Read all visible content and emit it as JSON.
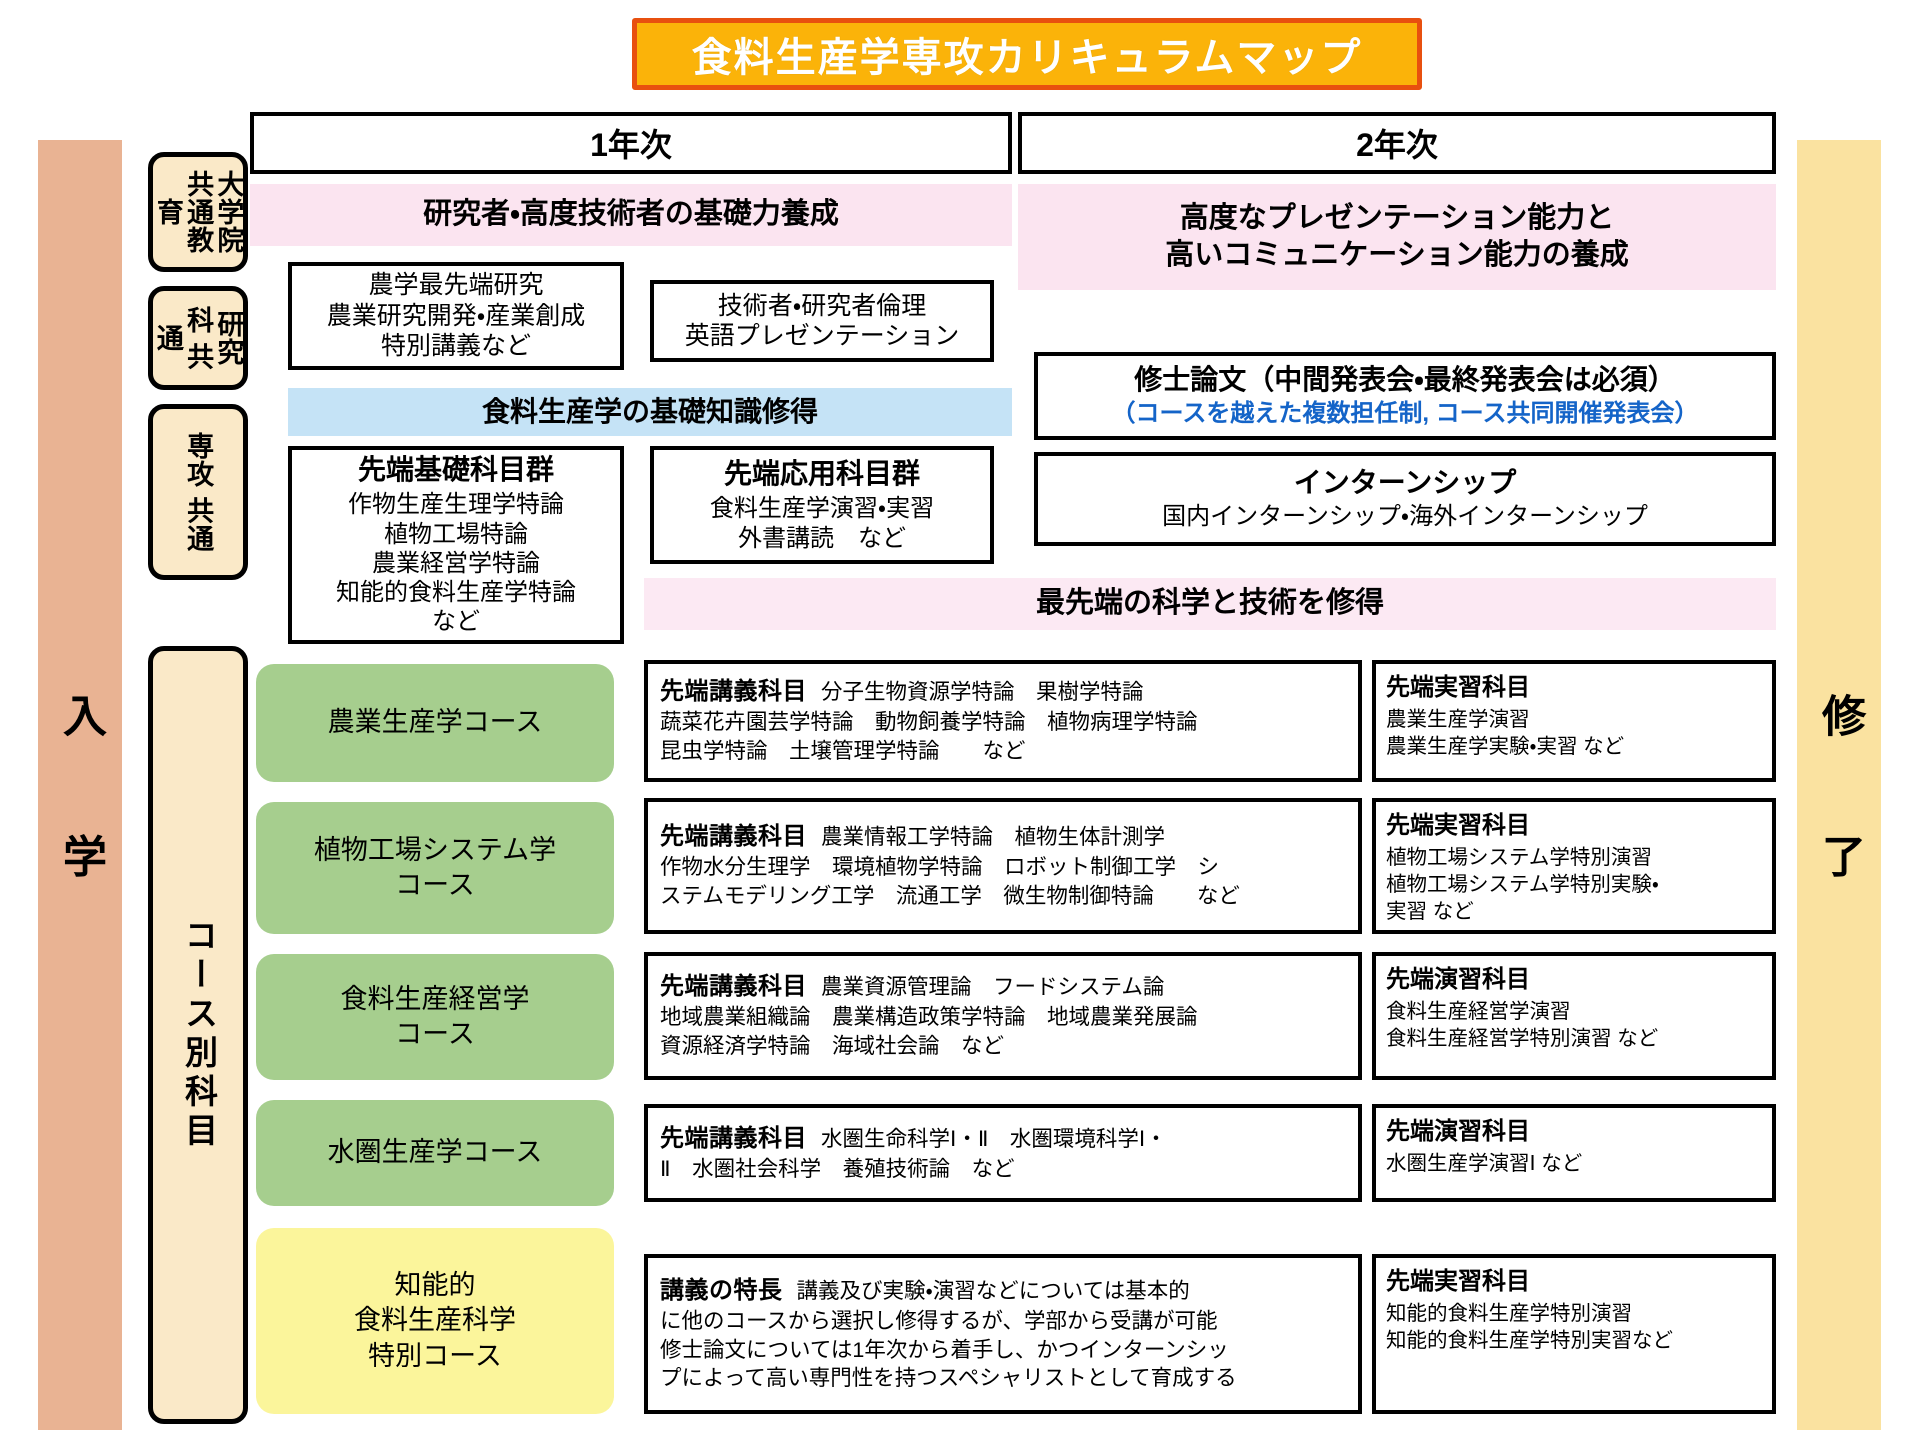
{
  "title": "食料生産学専攻カリキュラムマップ",
  "side_bars": {
    "left": {
      "label": "入 学",
      "color": "#E9B393"
    },
    "right": {
      "label": "修 了",
      "color": "#FAE2A0"
    }
  },
  "years": [
    {
      "label": "1年次"
    },
    {
      "label": "2年次"
    }
  ],
  "category_chips": [
    {
      "name": "graduate-common-education",
      "label": "大学院 共通教育"
    },
    {
      "name": "faculty-common",
      "label": "研究科 共通"
    },
    {
      "name": "major-common",
      "label": "専攻 共通"
    },
    {
      "name": "course-specific-subjects",
      "label": "コース別科目"
    }
  ],
  "bands": {
    "year1_goal": "研究者・高度技術者の基礎力養成",
    "year2_goal_line1": "高度なプレゼンテーション能力と",
    "year2_goal_line2": "高いコミュニケーション能力の養成",
    "basic_knowledge": "食料生産学の基礎知識修得",
    "cutting_edge": "最先端の科学と技術を修得"
  },
  "boxes": {
    "advanced_research": [
      "農学最先端研究",
      "農業研究開発・産業創成",
      "特別講義など"
    ],
    "ethics": [
      "技術者・研究者倫理",
      "英語プレゼンテーション"
    ],
    "foundation_group": {
      "heading": "先端基礎科目群",
      "lines": [
        "作物生産生理学特論",
        "植物工場特論",
        "農業経営学特論",
        "知能的食料生産学特論",
        "など"
      ]
    },
    "applied_group": {
      "heading": "先端応用科目群",
      "lines": [
        "食料生産学演習・実習",
        "外書講読　など"
      ]
    },
    "thesis": {
      "heading": "修士論文（中間発表会・最終発表会は必須）",
      "note": "（コースを越えた複数担任制, コース共同開催発表会）",
      "note_color": "#1464C8"
    },
    "internship": {
      "heading": "インターンシップ",
      "body": "国内インターンシップ・海外インターンシップ"
    }
  },
  "courses": [
    {
      "name": "agricultural-production",
      "pill_label": "農業生産学コース",
      "pill_color": "#A6CE8E",
      "lecture_heading": "先端講義科目",
      "lecture_lines": [
        "分子生物資源学特論　果樹学特論",
        "蔬菜花卉園芸学特論　動物飼養学特論　植物病理学特論",
        "昆虫学特論　土壌管理学特論　　など"
      ],
      "practice_heading": "先端実習科目",
      "practice_lines": [
        "農業生産学演習",
        "農業生産学実験・実習 など"
      ]
    },
    {
      "name": "plant-factory-system",
      "pill_label": "植物工場システム学\nコース",
      "pill_color": "#A6CE8E",
      "lecture_heading": "先端講義科目",
      "lecture_lines": [
        "農業情報工学特論　植物生体計測学",
        "作物水分生理学　環境植物学特論　ロボット制御工学　シ",
        "ステムモデリング工学　流通工学　微生物制御特論　　など"
      ],
      "practice_heading": "先端実習科目",
      "practice_lines": [
        "植物工場システム学特別演習",
        "植物工場システム学特別実験・",
        "実習 など"
      ]
    },
    {
      "name": "food-production-management",
      "pill_label": "食料生産経営学\nコース",
      "pill_color": "#A6CE8E",
      "lecture_heading": "先端講義科目",
      "lecture_lines": [
        "農業資源管理論　フードシステム論",
        "地域農業組織論　農業構造政策学特論　地域農業発展論",
        "資源経済学特論　海域社会論　など"
      ],
      "practice_heading": "先端演習科目",
      "practice_lines": [
        "食料生産経営学演習",
        "食料生産経営学特別演習 など"
      ]
    },
    {
      "name": "aquatic-production",
      "pill_label": "水圏生産学コース",
      "pill_color": "#A6CE8E",
      "lecture_heading": "先端講義科目",
      "lecture_lines": [
        "水圏生命科学Ⅰ・Ⅱ　水圏環境科学Ⅰ・",
        "Ⅱ　水圏社会科学　養殖技術論　など"
      ],
      "practice_heading": "先端演習科目",
      "practice_lines": [
        "水圏生産学演習Ⅰ など"
      ]
    },
    {
      "name": "intelligent-food-production-special",
      "pill_label": "知能的\n食料生産科学\n特別コース",
      "pill_color": "#FBF59B",
      "lecture_heading": "講義の特長",
      "lecture_lines": [
        "講義及び実験・演習などについては基本的",
        "に他のコースから選択し修得するが、学部から受講が可能",
        "修士論文については1年次から着手し、かつインターンシッ",
        "プによって高い専門性を持つスペシャリストとして育成する"
      ],
      "practice_heading": "先端実習科目",
      "practice_lines": [
        "知能的食料生産学特別演習",
        "知能的食料生産学特別実習など"
      ]
    }
  ],
  "colors": {
    "title_bg": "#FBB309",
    "title_border": "#E8500F",
    "chip_bg": "#FAE9C8",
    "band_pink": "#FBE4F0",
    "band_blue": "#C5E3F6",
    "course_green": "#A6CE8E",
    "course_yellow": "#FBF59B",
    "blue_text": "#1464C8"
  }
}
